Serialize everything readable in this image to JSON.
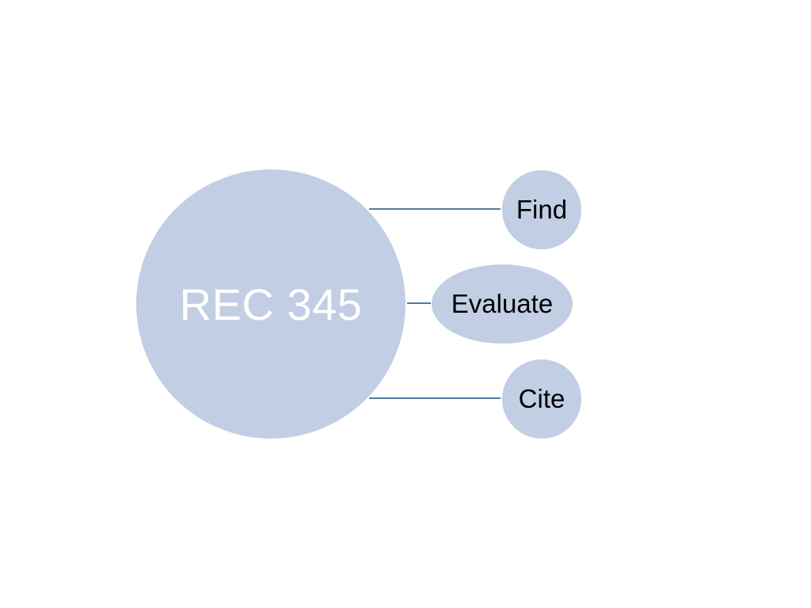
{
  "diagram": {
    "center": {
      "label": "REC 345"
    },
    "children": [
      {
        "id": "find",
        "label": "Find"
      },
      {
        "id": "evaluate",
        "label": "Evaluate"
      },
      {
        "id": "cite",
        "label": "Cite"
      }
    ]
  },
  "colors": {
    "node_fill": "#c1cee3",
    "connector": "#4f7aa0",
    "center_text": "#ffffff",
    "child_text": "#000000"
  }
}
